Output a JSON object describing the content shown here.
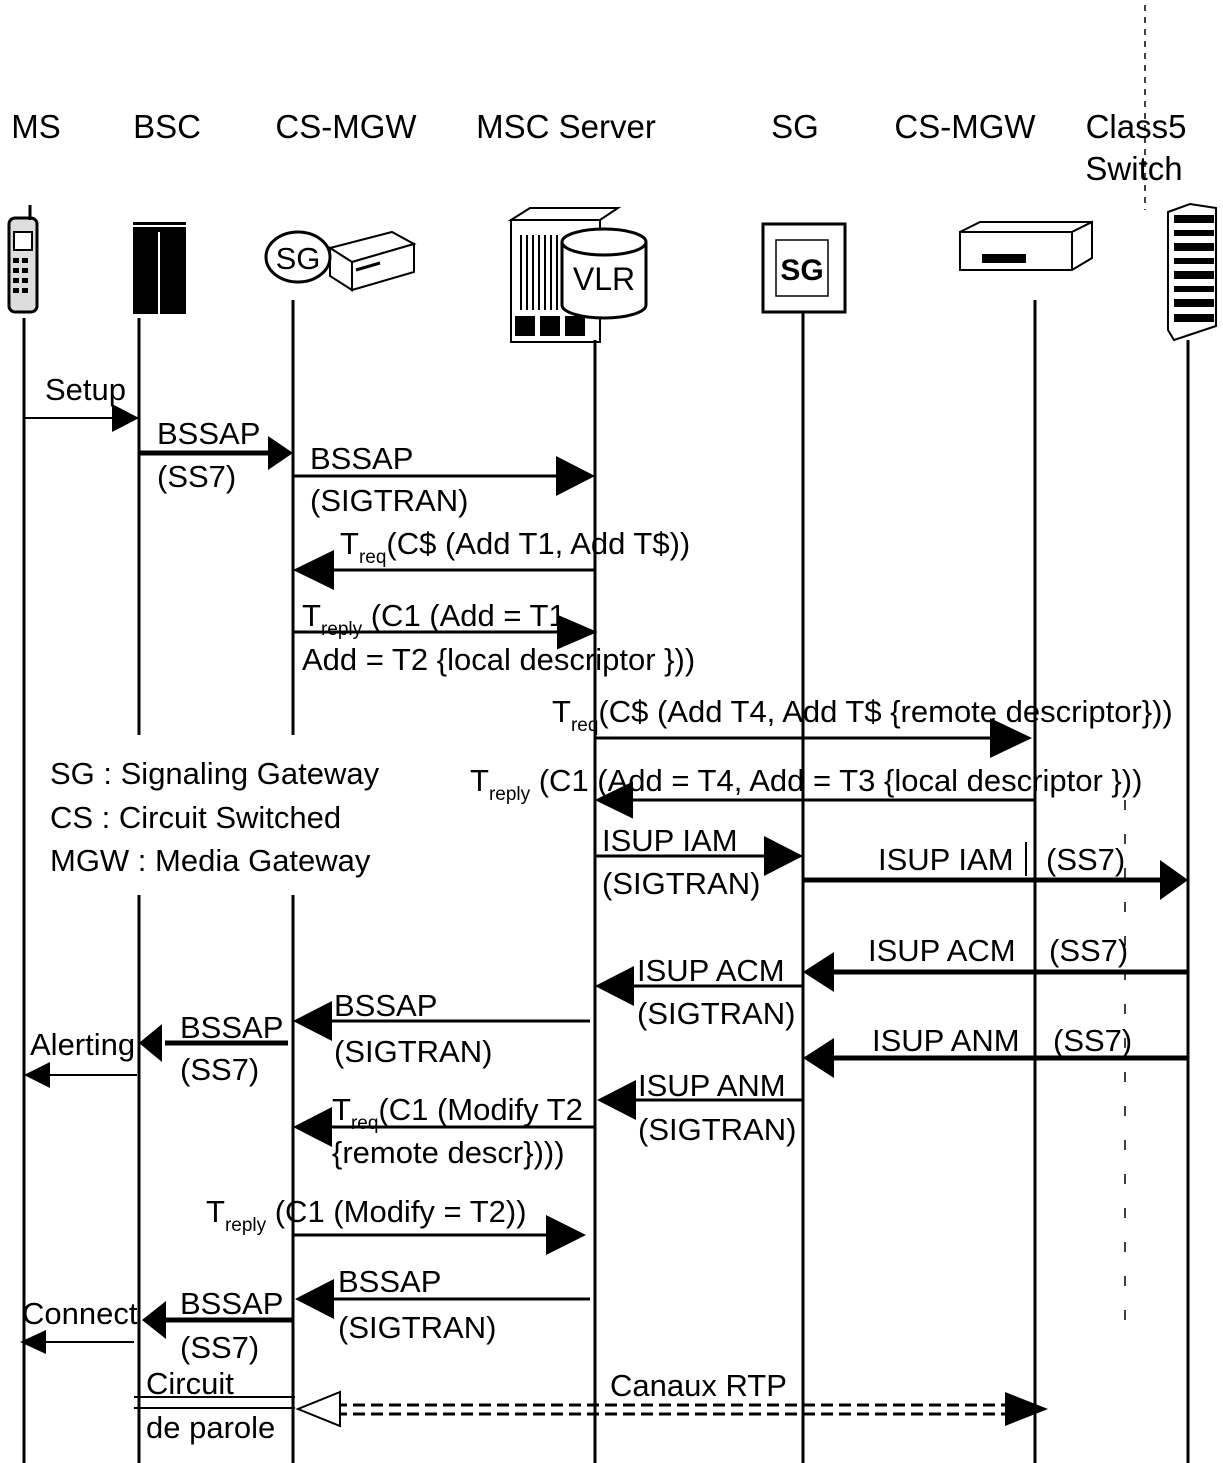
{
  "entities": [
    {
      "id": "ms",
      "label": "MS",
      "icon": "mobile-phone-icon"
    },
    {
      "id": "bsc",
      "label": "BSC",
      "icon": "bsc-cabinet-icon"
    },
    {
      "id": "csmgw1",
      "label": "CS-MGW",
      "icon": "media-gateway-icon"
    },
    {
      "id": "msc",
      "label": "MSC Server",
      "icon": "msc-server-vlr-icon"
    },
    {
      "id": "sg",
      "label": "SG",
      "icon": "signaling-gateway-icon"
    },
    {
      "id": "csmgw2",
      "label": "CS-MGW",
      "icon": "media-gateway-icon"
    },
    {
      "id": "class5",
      "label": "Class5\nSwitch",
      "label_lines": [
        "Class5",
        "Switch"
      ],
      "icon": "class5-switch-icon"
    }
  ],
  "icon_text": {
    "sg_badge": "SG",
    "vlr": "VLR",
    "sg_box": "SG"
  },
  "legend": [
    "SG : Signaling Gateway",
    "CS : Circuit Switched",
    "MGW : Media Gateway"
  ],
  "messages": [
    {
      "id": "m1",
      "lines": [
        "Setup"
      ],
      "from": "ms",
      "to": "bsc"
    },
    {
      "id": "m2",
      "lines": [
        "BSSAP",
        "(SS7)"
      ],
      "from": "bsc",
      "to": "csmgw1"
    },
    {
      "id": "m3",
      "lines": [
        "BSSAP",
        "(SIGTRAN)"
      ],
      "from": "csmgw1",
      "to": "msc"
    },
    {
      "id": "m4",
      "text": "Treq(C$ (Add T1, Add T$))",
      "parts": [
        "T",
        "req",
        "(C$ (Add T1, Add T$))"
      ],
      "from": "msc",
      "to": "csmgw1"
    },
    {
      "id": "m5",
      "text": "Treply (C1 (Add = T1, Add = T2 {local descriptor }))",
      "parts": [
        "T",
        "reply",
        " (C1 (Add = T1,",
        "Add = T2 {local descriptor }))"
      ],
      "from": "csmgw1",
      "to": "msc"
    },
    {
      "id": "m6",
      "text": "Treq(C$ (Add T4, Add T$ {remote descriptor}))",
      "parts": [
        "T",
        "req",
        "(C$ (Add T4, Add T$ {remote descriptor}))"
      ],
      "from": "msc",
      "to": "csmgw2"
    },
    {
      "id": "m7",
      "text": "Treply (C1 (Add = T4, Add = T3 {local descriptor }))",
      "parts": [
        "T",
        "reply",
        " (C1 (Add = T4, Add = T3 {local descriptor }))"
      ],
      "from": "csmgw2",
      "to": "msc"
    },
    {
      "id": "m8",
      "lines": [
        "ISUP IAM",
        "(SIGTRAN)"
      ],
      "from": "msc",
      "to": "sg"
    },
    {
      "id": "m9",
      "lines": [
        "ISUP IAM",
        "(SS7)"
      ],
      "from": "sg",
      "to": "class5"
    },
    {
      "id": "m10",
      "lines": [
        "ISUP ACM",
        "(SS7)"
      ],
      "from": "class5",
      "to": "sg"
    },
    {
      "id": "m11",
      "lines": [
        "ISUP ACM",
        "(SIGTRAN)"
      ],
      "from": "sg",
      "to": "msc"
    },
    {
      "id": "m12",
      "lines": [
        "BSSAP",
        "(SIGTRAN)"
      ],
      "from": "msc",
      "to": "csmgw1"
    },
    {
      "id": "m13",
      "lines": [
        "BSSAP",
        "(SS7)"
      ],
      "from": "csmgw1",
      "to": "bsc"
    },
    {
      "id": "m14",
      "lines": [
        "Alerting"
      ],
      "from": "bsc",
      "to": "ms"
    },
    {
      "id": "m15",
      "lines": [
        "ISUP ANM",
        "(SS7)"
      ],
      "from": "class5",
      "to": "sg"
    },
    {
      "id": "m16",
      "lines": [
        "ISUP ANM",
        "(SIGTRAN)"
      ],
      "from": "sg",
      "to": "msc"
    },
    {
      "id": "m17",
      "text": "Treq(C1 (Modify T2 {remote descr})))",
      "parts": [
        "T",
        "req",
        "(C1 (Modify T2",
        "{remote descr})))"
      ],
      "from": "msc",
      "to": "csmgw1"
    },
    {
      "id": "m18",
      "text": "Treply (C1 (Modify = T2))",
      "parts": [
        "T",
        "reply",
        " (C1 (Modify = T2))"
      ],
      "from": "csmgw1",
      "to": "msc"
    },
    {
      "id": "m19",
      "lines": [
        "BSSAP",
        "(SIGTRAN)"
      ],
      "from": "msc",
      "to": "csmgw1"
    },
    {
      "id": "m20",
      "lines": [
        "BSSAP",
        "(SS7)"
      ],
      "from": "csmgw1",
      "to": "bsc"
    },
    {
      "id": "m21",
      "lines": [
        "Connect"
      ],
      "from": "bsc",
      "to": "ms"
    },
    {
      "id": "m22",
      "lines": [
        "Circuit",
        "de parole"
      ],
      "from": "bsc",
      "to": "csmgw1"
    },
    {
      "id": "m23",
      "lines": [
        "Canaux RTP"
      ],
      "from": "csmgw1",
      "to": "csmgw2",
      "style": "dashed"
    }
  ]
}
